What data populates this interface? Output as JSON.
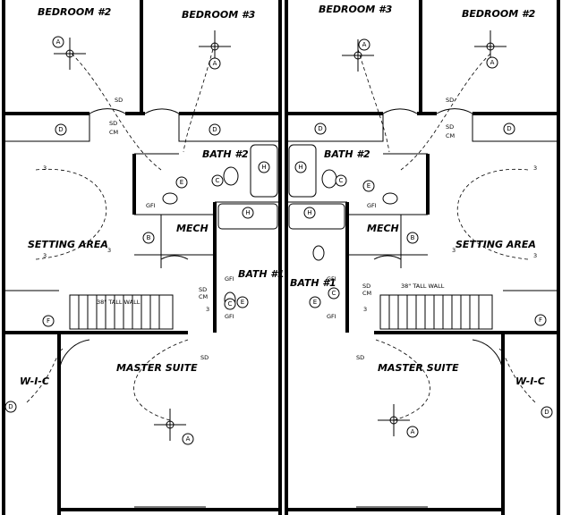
{
  "rooms": [
    {
      "id": "bedroom-2-left",
      "label": "BEDROOM #2"
    },
    {
      "id": "bedroom-3-left",
      "label": "BEDROOM #3"
    },
    {
      "id": "bedroom-3-right",
      "label": "BEDROOM #3"
    },
    {
      "id": "bedroom-2-right",
      "label": "BEDROOM #2"
    },
    {
      "id": "bath-2-left",
      "label": "BATH #2"
    },
    {
      "id": "bath-2-right",
      "label": "BATH #2"
    },
    {
      "id": "mech-left",
      "label": "MECH"
    },
    {
      "id": "mech-right",
      "label": "MECH"
    },
    {
      "id": "setting-area-left",
      "label": "SETTING AREA"
    },
    {
      "id": "setting-area-right",
      "label": "SETTING AREA"
    },
    {
      "id": "bath-1-left",
      "label": "BATH #1"
    },
    {
      "id": "bath-1-right",
      "label": "BATH #1"
    },
    {
      "id": "master-suite-left",
      "label": "MASTER SUITE"
    },
    {
      "id": "master-suite-right",
      "label": "MASTER SUITE"
    },
    {
      "id": "wic-left",
      "label": "W-I-C"
    },
    {
      "id": "wic-right",
      "label": "W-I-C"
    }
  ],
  "notes": {
    "tall_wall": "38\" TALL WALL",
    "gfi": "GFI",
    "sd": "SD",
    "cm": "CM",
    "three": "3"
  },
  "symbols": {
    "A": "A",
    "B": "B",
    "C": "C",
    "D": "D",
    "E": "E",
    "F": "F",
    "H": "H"
  }
}
